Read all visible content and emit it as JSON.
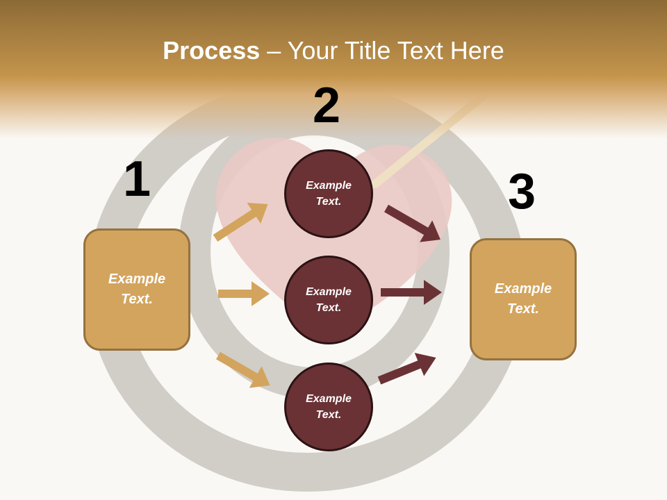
{
  "title": {
    "bold": "Process",
    "rest": " – Your Title Text Here"
  },
  "steps": {
    "one": "1",
    "two": "2",
    "three": "3"
  },
  "left_box": {
    "line1": "Example",
    "line2": "Text."
  },
  "right_box": {
    "line1": "Example",
    "line2": "Text."
  },
  "circles": [
    {
      "line1": "Example",
      "line2": "Text."
    },
    {
      "line1": "Example",
      "line2": "Text."
    },
    {
      "line1": "Example",
      "line2": "Text."
    }
  ],
  "colors": {
    "tan": "#d3a45d",
    "maroon": "#6a3235",
    "ring": "#d1cdc7"
  }
}
